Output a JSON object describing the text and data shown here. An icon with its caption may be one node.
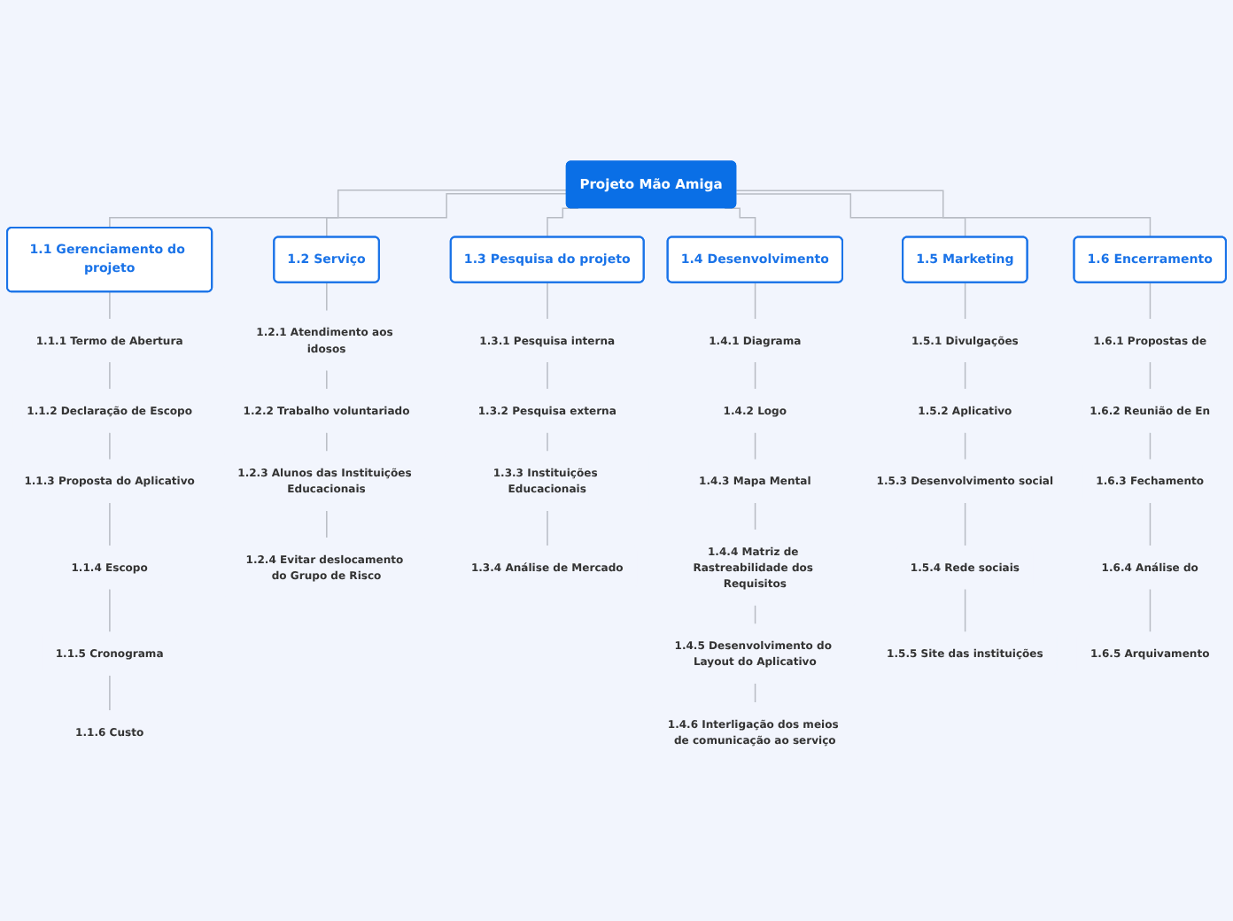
{
  "diagram": {
    "nodes": [
      {
        "text": [
          "Projeto Mão Amiga"
        ]
      },
      {
        "text": [
          "1.1 Gerenciamento do projeto"
        ]
      },
      {
        "text": [
          "1.1.1 Termo de Abertura"
        ]
      },
      {
        "text": [
          "1.1.2 Declaração de Escopo"
        ]
      },
      {
        "text": [
          "1.1.3 Proposta do Aplicativo"
        ]
      },
      {
        "text": [
          "1.1.4 Escopo"
        ]
      },
      {
        "text": [
          "1.1.5 Cronograma"
        ]
      },
      {
        "text": [
          "1.1.6 Custo"
        ]
      },
      {
        "text": [
          "1.2 Serviço"
        ]
      },
      {
        "text": [
          "1.2.1 Atendimento aos idosos"
        ]
      },
      {
        "text": [
          "1.2.2 Trabalho voluntariado"
        ]
      },
      {
        "text": [
          "1.2.3 Alunos das Instituições Educacionais"
        ]
      },
      {
        "text": [
          "1.2.4 Evitar deslocamento do Grupo de Risco"
        ]
      },
      {
        "text": [
          "1.3 Pesquisa do projeto"
        ]
      },
      {
        "text": [
          "1.3.1 Pesquisa interna"
        ]
      },
      {
        "text": [
          "1.3.2 Pesquisa externa"
        ]
      },
      {
        "text": [
          "1.3.3 Instituições Educacionais"
        ]
      },
      {
        "text": [
          "1.3.4 Análise de Mercado"
        ]
      },
      {
        "text": [
          "1.4 Desenvolvimento"
        ]
      },
      {
        "text": [
          "1.4.1 Diagrama"
        ]
      },
      {
        "text": [
          "1.4.2 Logo"
        ]
      },
      {
        "text": [
          "1.4.3 Mapa Mental"
        ]
      },
      {
        "text": [
          "1.4.4 Matriz de Rastreabilidade dos Requisitos"
        ]
      },
      {
        "text": [
          "1.4.5 Desenvolvimento do Layout do Aplicativo"
        ]
      },
      {
        "text": [
          "1.4.6 Interligação dos meios de comunicação ao serviço"
        ]
      },
      {
        "text": [
          "1.5 Marketing"
        ]
      },
      {
        "text": [
          "1.5.1 Divulgações"
        ]
      },
      {
        "text": [
          "1.5.2 Aplicativo"
        ]
      },
      {
        "text": [
          "1.5.3 Desenvolvimento social"
        ]
      },
      {
        "text": [
          "1.5.4 Rede sociais"
        ]
      },
      {
        "text": [
          "1.5.5 Site das instituições"
        ]
      },
      {
        "text": [
          "1.6  Encerramento"
        ]
      },
      {
        "text": [
          "1.6.1 Propostas de"
        ]
      },
      {
        "text": [
          "1.6.2 Reunião de En"
        ]
      },
      {
        "text": [
          "1.6.3 Fechamento"
        ]
      },
      {
        "text": [
          "1.6.4 Análise do"
        ]
      },
      {
        "text": [
          "1.6.5 Arquivamento"
        ]
      }
    ],
    "edges": [
      {
        "from": 0,
        "to": 1,
        "arrow": "none"
      },
      {
        "from": 0,
        "to": 8,
        "arrow": "none"
      },
      {
        "from": 0,
        "to": 13,
        "arrow": "none"
      },
      {
        "from": 0,
        "to": 18,
        "arrow": "none"
      },
      {
        "from": 0,
        "to": 25,
        "arrow": "none"
      },
      {
        "from": 0,
        "to": 31,
        "arrow": "none"
      },
      {
        "from": 1,
        "to": 2,
        "arrow": "none"
      },
      {
        "from": 2,
        "to": 3,
        "arrow": "none"
      },
      {
        "from": 3,
        "to": 4,
        "arrow": "none"
      },
      {
        "from": 4,
        "to": 5,
        "arrow": "none"
      },
      {
        "from": 5,
        "to": 6,
        "arrow": "none"
      },
      {
        "from": 6,
        "to": 7,
        "arrow": "none"
      },
      {
        "from": 8,
        "to": 9,
        "arrow": "none"
      },
      {
        "from": 9,
        "to": 10,
        "arrow": "none"
      },
      {
        "from": 10,
        "to": 11,
        "arrow": "none"
      },
      {
        "from": 11,
        "to": 12,
        "arrow": "none"
      },
      {
        "from": 13,
        "to": 14,
        "arrow": "none"
      },
      {
        "from": 14,
        "to": 15,
        "arrow": "none"
      },
      {
        "from": 15,
        "to": 16,
        "arrow": "none"
      },
      {
        "from": 16,
        "to": 17,
        "arrow": "none"
      },
      {
        "from": 18,
        "to": 19,
        "arrow": "none"
      },
      {
        "from": 19,
        "to": 20,
        "arrow": "none"
      },
      {
        "from": 20,
        "to": 21,
        "arrow": "none"
      },
      {
        "from": 21,
        "to": 22,
        "arrow": "none"
      },
      {
        "from": 22,
        "to": 23,
        "arrow": "none"
      },
      {
        "from": 23,
        "to": 24,
        "arrow": "none"
      },
      {
        "from": 25,
        "to": 26,
        "arrow": "none"
      },
      {
        "from": 26,
        "to": 27,
        "arrow": "none"
      },
      {
        "from": 27,
        "to": 28,
        "arrow": "none"
      },
      {
        "from": 28,
        "to": 29,
        "arrow": "none"
      },
      {
        "from": 29,
        "to": 30,
        "arrow": "none"
      },
      {
        "from": 31,
        "to": 32,
        "arrow": "none"
      },
      {
        "from": 32,
        "to": 33,
        "arrow": "none"
      },
      {
        "from": 33,
        "to": 34,
        "arrow": "none"
      },
      {
        "from": 34,
        "to": 35,
        "arrow": "none"
      },
      {
        "from": 35,
        "to": 36,
        "arrow": "none"
      }
    ]
  }
}
